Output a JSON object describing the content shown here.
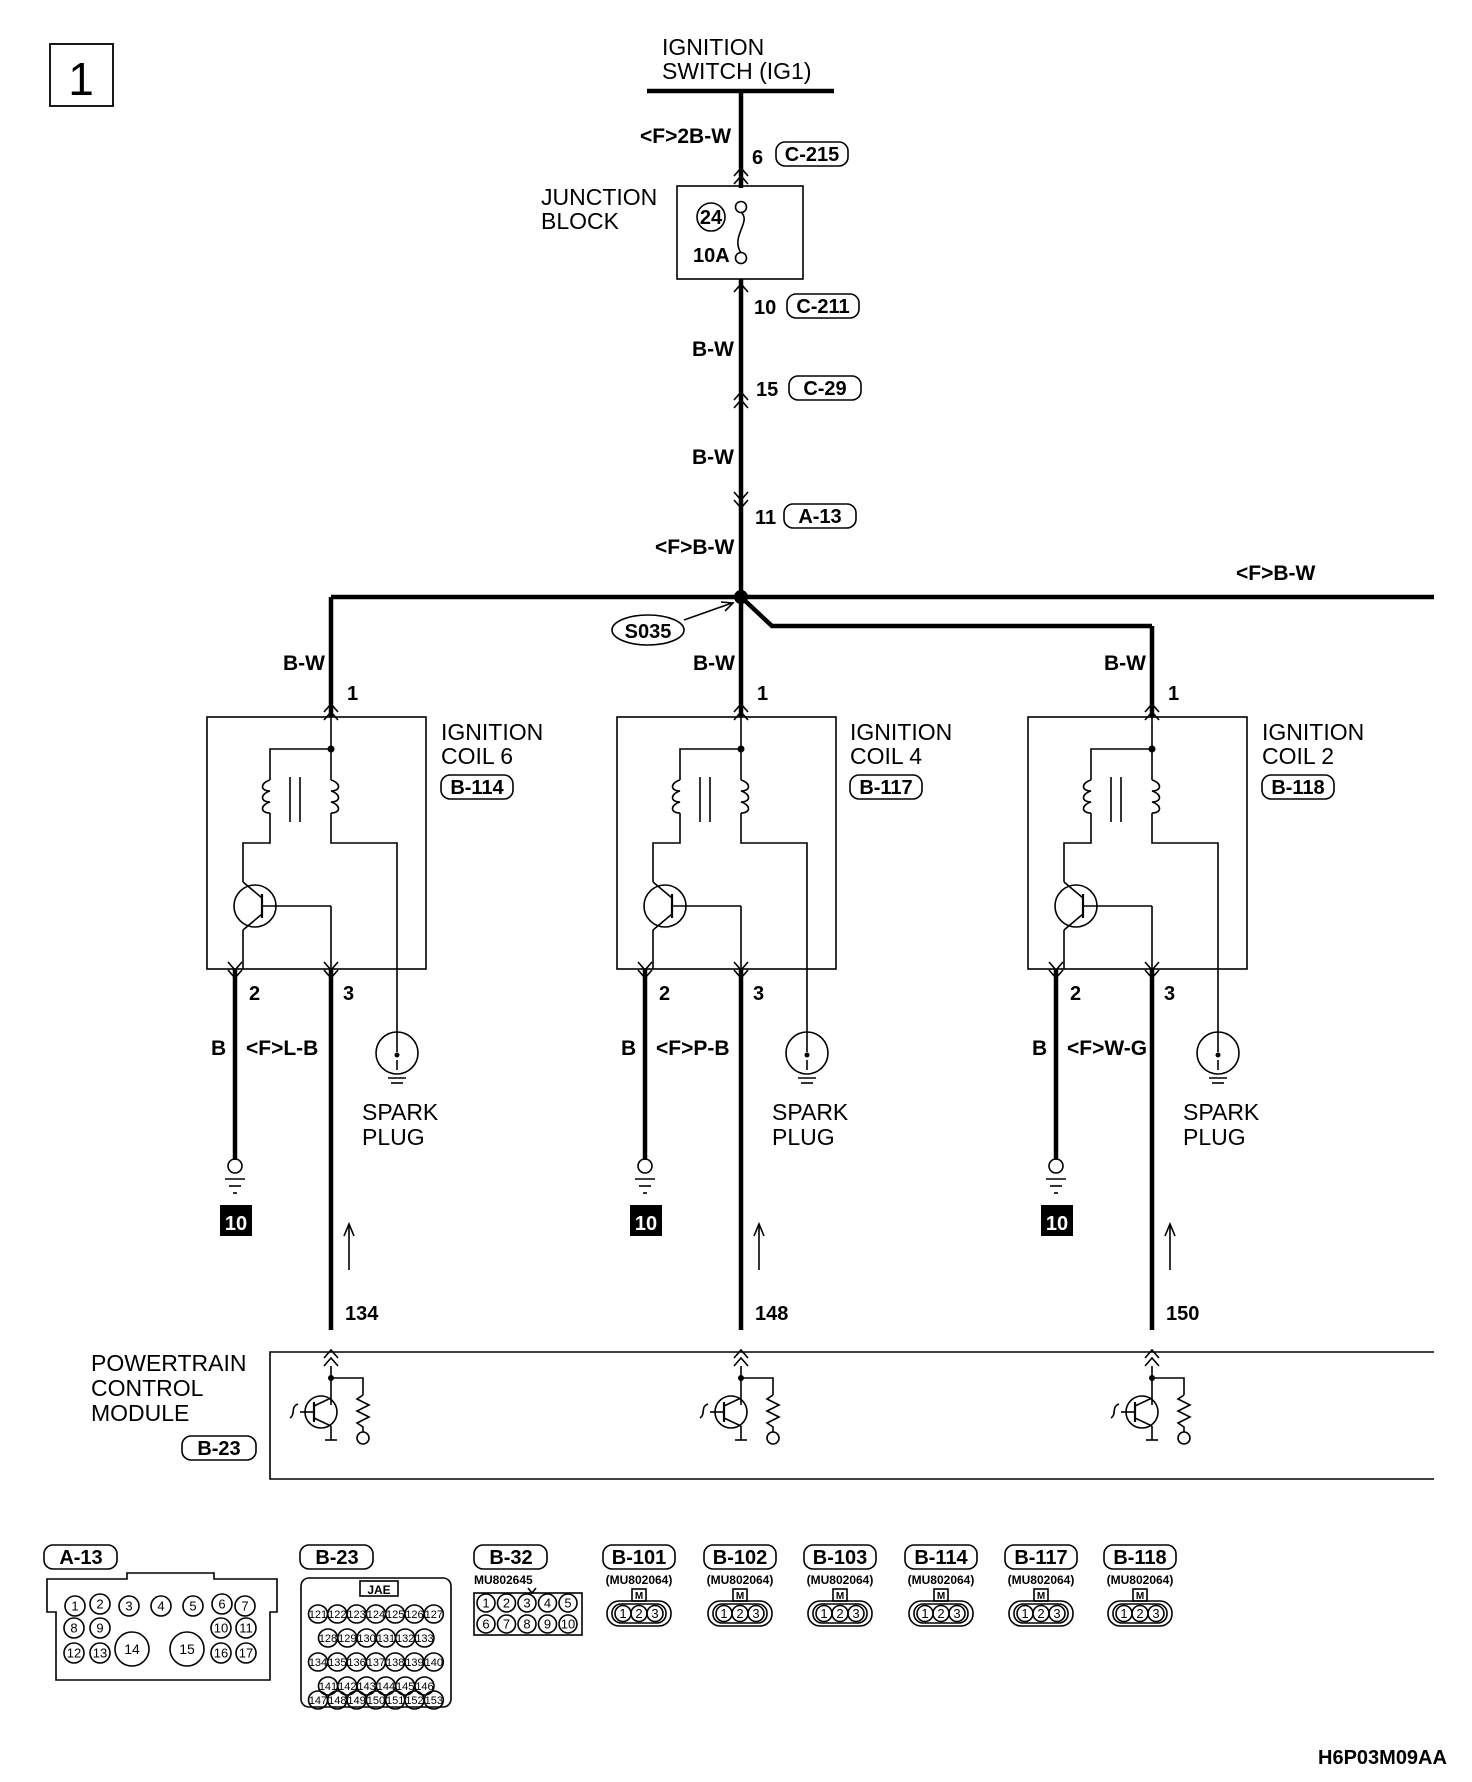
{
  "page_number": "1",
  "figure_id": "H6P03M09AA",
  "ignition_switch": {
    "line1": "IGNITION",
    "line2": "SWITCH (IG1)"
  },
  "top_wire": {
    "color": "<F>2B-W",
    "pin": "6",
    "connector": "C-215"
  },
  "junction_block": {
    "line1": "JUNCTION",
    "line2": "BLOCK",
    "fuse_number": "24",
    "fuse_rating": "10A",
    "out_pin": "10",
    "out_connector": "C-211"
  },
  "wire_segments": [
    {
      "color": "B-W",
      "pin": "15",
      "connector": "C-29"
    },
    {
      "color": "B-W",
      "pin": "11",
      "connector": "A-13"
    }
  ],
  "bus": {
    "color_left": "<F>B-W",
    "color_right": "<F>B-W",
    "splice": "S035"
  },
  "coils": [
    {
      "title1": "IGNITION",
      "title2": "COIL 6",
      "connector": "B-114",
      "feed_color": "B-W",
      "pin_feed": "1",
      "pin_ground": "2",
      "pin_signal": "3",
      "ground_wire": "B",
      "signal_wire": "<F>L-B",
      "plug1": "SPARK",
      "plug2": "PLUG",
      "ground_ref": "10",
      "pcm_pin": "134"
    },
    {
      "title1": "IGNITION",
      "title2": "COIL 4",
      "connector": "B-117",
      "feed_color": "B-W",
      "pin_feed": "1",
      "pin_ground": "2",
      "pin_signal": "3",
      "ground_wire": "B",
      "signal_wire": "<F>P-B",
      "plug1": "SPARK",
      "plug2": "PLUG",
      "ground_ref": "10",
      "pcm_pin": "148"
    },
    {
      "title1": "IGNITION",
      "title2": "COIL 2",
      "connector": "B-118",
      "feed_color": "B-W",
      "pin_feed": "1",
      "pin_ground": "2",
      "pin_signal": "3",
      "ground_wire": "B",
      "signal_wire": "<F>W-G",
      "plug1": "SPARK",
      "plug2": "PLUG",
      "ground_ref": "10",
      "pcm_pin": "150"
    }
  ],
  "pcm": {
    "line1": "POWERTRAIN",
    "line2": "CONTROL",
    "line3": "MODULE",
    "connector": "B-23"
  },
  "connector_views": {
    "a13": {
      "label": "A-13",
      "pins": [
        "1",
        "2",
        "3",
        "4",
        "5",
        "6",
        "7",
        "8",
        "9",
        "10",
        "11",
        "12",
        "13",
        "14",
        "15",
        "16",
        "17"
      ]
    },
    "b23": {
      "label": "B-23",
      "maker": "JAE",
      "rows": [
        [
          "121",
          "122",
          "123",
          "124",
          "125",
          "126",
          "127"
        ],
        [
          "128",
          "129",
          "130",
          "131",
          "132",
          "133"
        ],
        [
          "134",
          "135",
          "136",
          "137",
          "138",
          "139",
          "140"
        ],
        [
          "141",
          "142",
          "143",
          "144",
          "145",
          "146"
        ],
        [
          "147",
          "148",
          "149",
          "150",
          "151",
          "152",
          "153"
        ]
      ]
    },
    "b32": {
      "label": "B-32",
      "part": "MU802645",
      "pins": [
        "1",
        "2",
        "3",
        "4",
        "5",
        "6",
        "7",
        "8",
        "9",
        "10"
      ]
    },
    "coil_connectors": [
      {
        "label": "B-101",
        "part": "(MU802064)"
      },
      {
        "label": "B-102",
        "part": "(MU802064)"
      },
      {
        "label": "B-103",
        "part": "(MU802064)"
      },
      {
        "label": "B-114",
        "part": "(MU802064)"
      },
      {
        "label": "B-117",
        "part": "(MU802064)"
      },
      {
        "label": "B-118",
        "part": "(MU802064)"
      }
    ],
    "marker": "M",
    "coil_pins": [
      "1",
      "2",
      "3"
    ]
  }
}
